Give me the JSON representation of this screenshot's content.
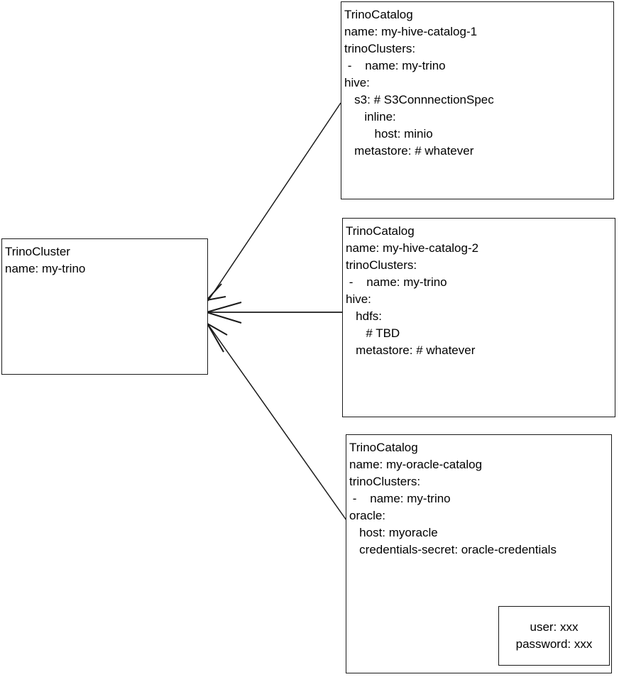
{
  "diagram": {
    "title": "TrinoCluster and TrinoCatalog relationship diagram",
    "stroke_color": "#1a1a1a",
    "background_color": "#ffffff"
  },
  "nodes": {
    "cluster": {
      "kind": "TrinoCluster",
      "lines": [
        "TrinoCluster",
        "name: my-trino"
      ]
    },
    "catalog_hive_1": {
      "kind": "TrinoCatalog",
      "lines": [
        "TrinoCatalog",
        "name: my-hive-catalog-1",
        "trinoClusters:",
        " -    name: my-trino",
        "hive:",
        "   s3: # S3ConnnectionSpec",
        "      inline:",
        "         host: minio",
        "   metastore: # whatever"
      ]
    },
    "catalog_hive_2": {
      "kind": "TrinoCatalog",
      "lines": [
        "TrinoCatalog",
        "name: my-hive-catalog-2",
        "trinoClusters:",
        " -    name: my-trino",
        "hive:",
        "   hdfs:",
        "      # TBD",
        "   metastore: # whatever"
      ]
    },
    "catalog_oracle": {
      "kind": "TrinoCatalog",
      "lines": [
        "TrinoCatalog",
        "name: my-oracle-catalog",
        "trinoClusters:",
        " -    name: my-trino",
        "oracle:",
        "   host: myoracle",
        "   credentials-secret: oracle-credentials"
      ]
    },
    "credentials": {
      "kind": "Secret",
      "lines": [
        "user: xxx",
        "password: xxx"
      ]
    }
  },
  "edges": [
    {
      "name": "edge-hive-1-to-cluster",
      "from": "catalog_hive_1",
      "to": "cluster",
      "arrow_at": "cluster"
    },
    {
      "name": "edge-hive-2-to-cluster",
      "from": "catalog_hive_2",
      "to": "cluster",
      "arrow_at": "cluster"
    },
    {
      "name": "edge-oracle-to-cluster",
      "from": "catalog_oracle",
      "to": "cluster",
      "arrow_at": "cluster"
    },
    {
      "name": "edge-secret-to-credentials",
      "from": "catalog_oracle",
      "to": "credentials",
      "arrow_at": "credentials"
    }
  ]
}
